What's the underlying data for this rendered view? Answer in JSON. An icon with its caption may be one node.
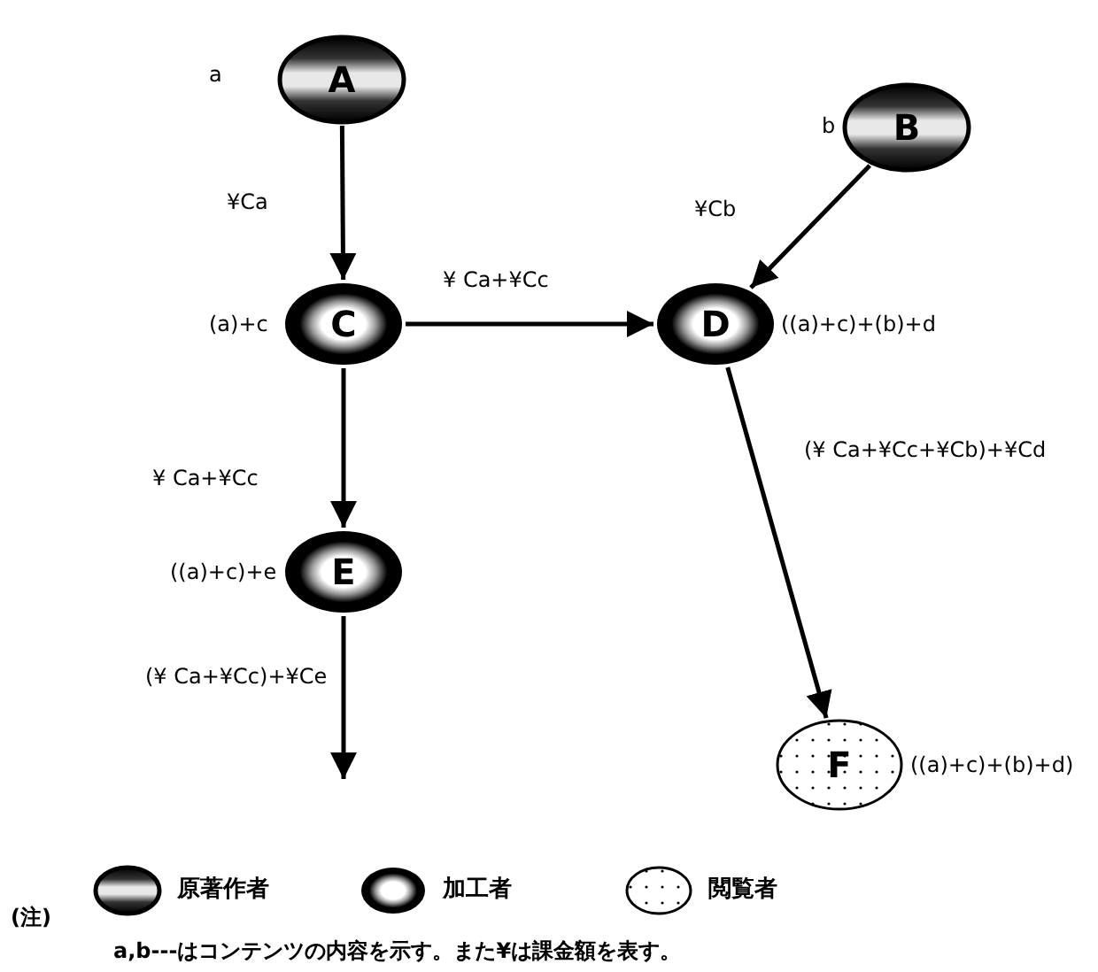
{
  "diagram": {
    "nodes": [
      {
        "text": [
          "A"
        ],
        "beside": [
          "a"
        ]
      },
      {
        "text": [
          "B"
        ],
        "beside": [
          "b"
        ]
      },
      {
        "text": [
          "C"
        ],
        "beside": [
          "(a)+c"
        ]
      },
      {
        "text": [
          "D"
        ],
        "beside": [
          "((a)+c)+(b)+d"
        ]
      },
      {
        "text": [
          "E"
        ],
        "beside": [
          "((a)+c)+e"
        ]
      },
      {
        "text": [
          "F"
        ],
        "beside": [
          "((a)+c)+(b)+d)"
        ]
      }
    ],
    "edges": [
      {
        "from": 0,
        "to": 2,
        "arrow": "to",
        "label": "¥Ca"
      },
      {
        "from": 1,
        "to": 3,
        "arrow": "to",
        "label": "¥Cb"
      },
      {
        "from": 2,
        "to": 3,
        "arrow": "to",
        "label": "¥ Ca+¥Cc"
      },
      {
        "from": 2,
        "to": 4,
        "arrow": "to",
        "label": "¥ Ca+¥Cc"
      },
      {
        "from": 3,
        "to": 5,
        "arrow": "to",
        "label": "(¥ Ca+¥Cc+¥Cb)+¥Cd"
      },
      {
        "from": 4,
        "to": null,
        "arrow": "to",
        "label": "(¥ Ca+¥Cc)+¥Ce"
      }
    ],
    "legend": [
      {
        "text": "原著作者"
      },
      {
        "text": "加工者"
      },
      {
        "text": "閲覧者"
      }
    ],
    "labels": [
      "(注)",
      "a,b---はコンテンツの内容を示す。また¥は課金額を表す。"
    ]
  }
}
